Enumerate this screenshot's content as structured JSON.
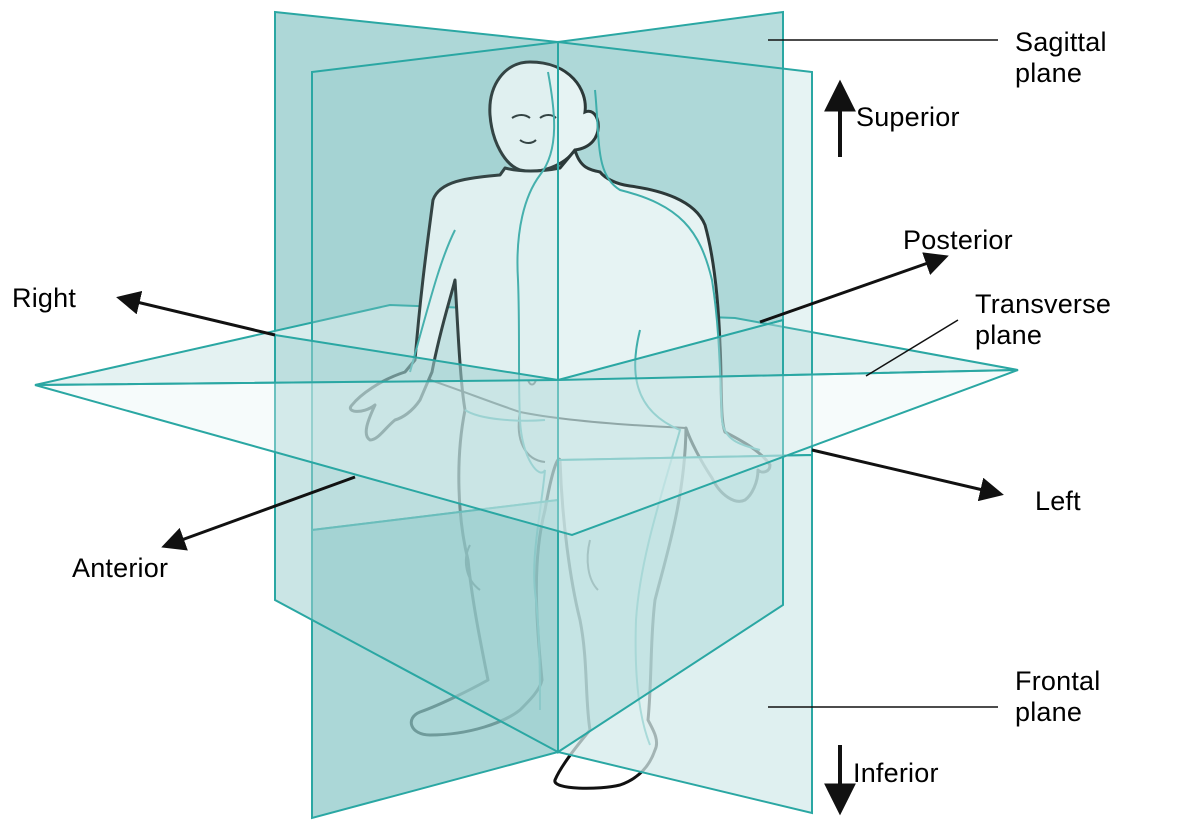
{
  "labels": {
    "sagittal_plane": [
      "Sagittal",
      "plane"
    ],
    "superior": "Superior",
    "posterior": "Posterior",
    "right": "Right",
    "transverse_plane": [
      "Transverse",
      "plane"
    ],
    "left": "Left",
    "anterior": "Anterior",
    "frontal_plane": [
      "Frontal",
      "plane"
    ],
    "inferior": "Inferior"
  },
  "colors": {
    "plane_fill": "#8fc9c9",
    "plane_fill_light": "#cfe8e8",
    "plane_edge": "#2aa7a3",
    "body_outline": "#111111",
    "body_fill": "#ffffff",
    "arrow": "#111111"
  }
}
